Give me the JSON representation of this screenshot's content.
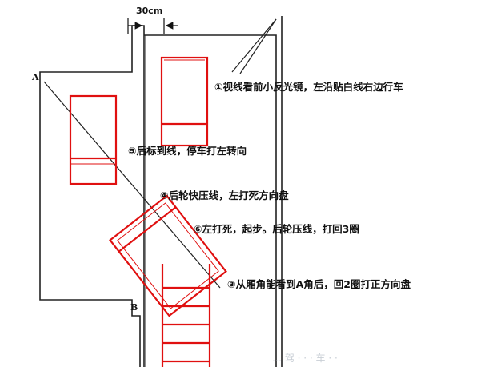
{
  "dimension_label": "30cm",
  "points": {
    "a": "A",
    "b": "B"
  },
  "steps": [
    {
      "text": "①视线看前小反光镜，左沿贴白线右边行车"
    },
    {
      "text": "⑤后标到线，停车打左转向"
    },
    {
      "text": "④后轮快压线，左打死方向盘"
    },
    {
      "text": "⑥左打死，起步。后轮压线，打回3圈"
    },
    {
      "text": "③从厢角能看到A角后，回2圈打正方向盘"
    }
  ],
  "watermark": "… 驾 · · · 车 · ·",
  "colors": {
    "car": "#e01010",
    "line": "#222222",
    "background": "#ffffff"
  }
}
